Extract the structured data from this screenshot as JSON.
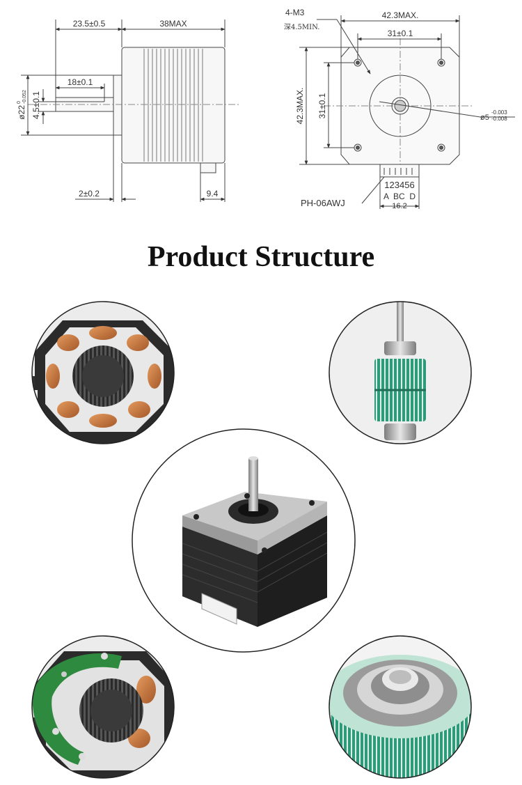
{
  "drawing": {
    "side_view": {
      "dim_shaft_len": "23.5±0.5",
      "dim_body_len": "38MAX",
      "dim_flat_len": "18±0.1",
      "dim_boss_dia": "ø22",
      "dim_boss_tol_upper": "0",
      "dim_boss_tol_lower": "-0.052",
      "dim_flat_height": "4.5±0.1",
      "dim_boss_height": "2±0.2",
      "dim_connector": "9.4"
    },
    "front_view": {
      "holes_label": "4-M3",
      "holes_depth": "深4.5MIN.",
      "dim_width": "42.3MAX.",
      "dim_hole_pitch": "31±0.1",
      "dim_height": "42.3MAX.",
      "dim_hole_pitch_v": "31±0.1",
      "dim_shaft_dia": "ø5",
      "dim_shaft_tol_upper": "-0.003",
      "dim_shaft_tol_lower": "-0.008",
      "connector_label": "PH-06AWJ",
      "pins": "123456",
      "phases": "A  BC  D",
      "dim_connector_w": "16.2"
    }
  },
  "title": "Product Structure",
  "photos": [
    {
      "name": "stator-windings",
      "icon": "stator-coil-icon"
    },
    {
      "name": "rotor-assembly",
      "icon": "rotor-icon"
    },
    {
      "name": "stepper-motor",
      "icon": "stepper-motor-icon"
    },
    {
      "name": "stator-with-pcb",
      "icon": "stator-pcb-icon"
    },
    {
      "name": "bearing-closeup",
      "icon": "bearing-icon"
    }
  ]
}
